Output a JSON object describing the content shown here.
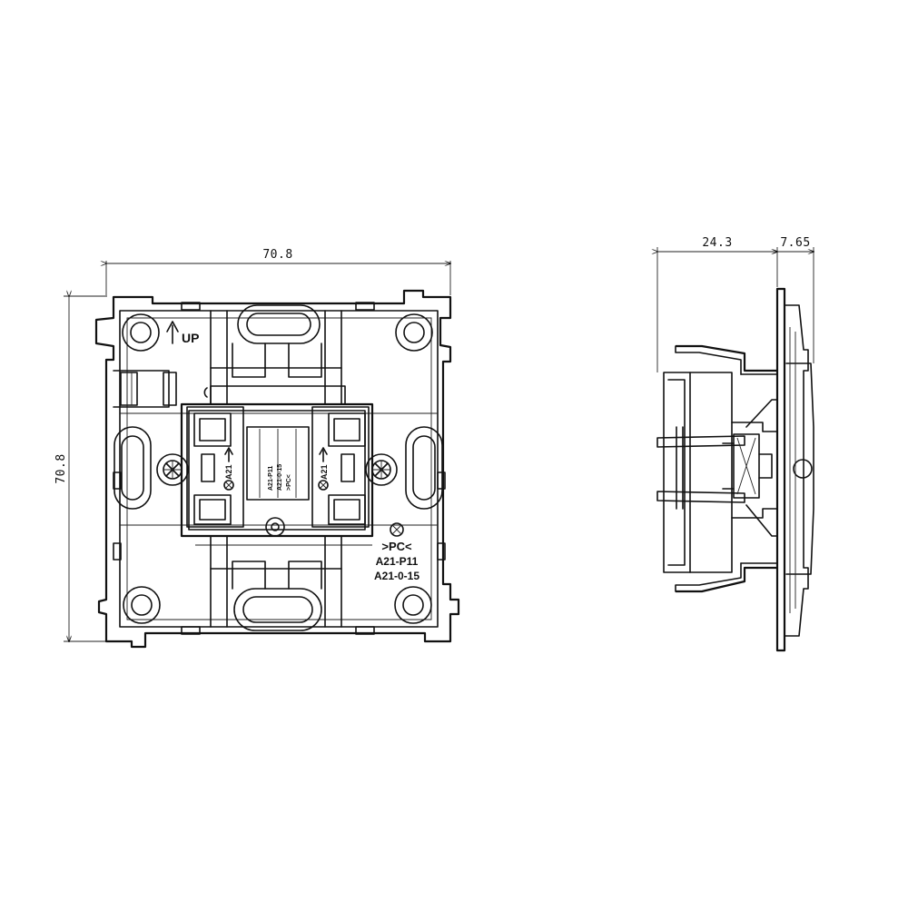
{
  "front_view": {
    "width_dim": "70.8",
    "height_dim": "70.8",
    "up_label": "UP",
    "left_module_label": "A21",
    "right_module_label": "A21",
    "center_label_1": "A21-P11",
    "center_label_2": "A21-0-15",
    "center_label_3": ">PC<",
    "marking_pc": ">PC<",
    "marking_line1": "A21-P11",
    "marking_line2": "A21-0-15"
  },
  "side_view": {
    "depth_dim": "24.3",
    "plate_dim": "7.65"
  },
  "colors": {
    "line": "#111111",
    "background": "#ffffff"
  }
}
